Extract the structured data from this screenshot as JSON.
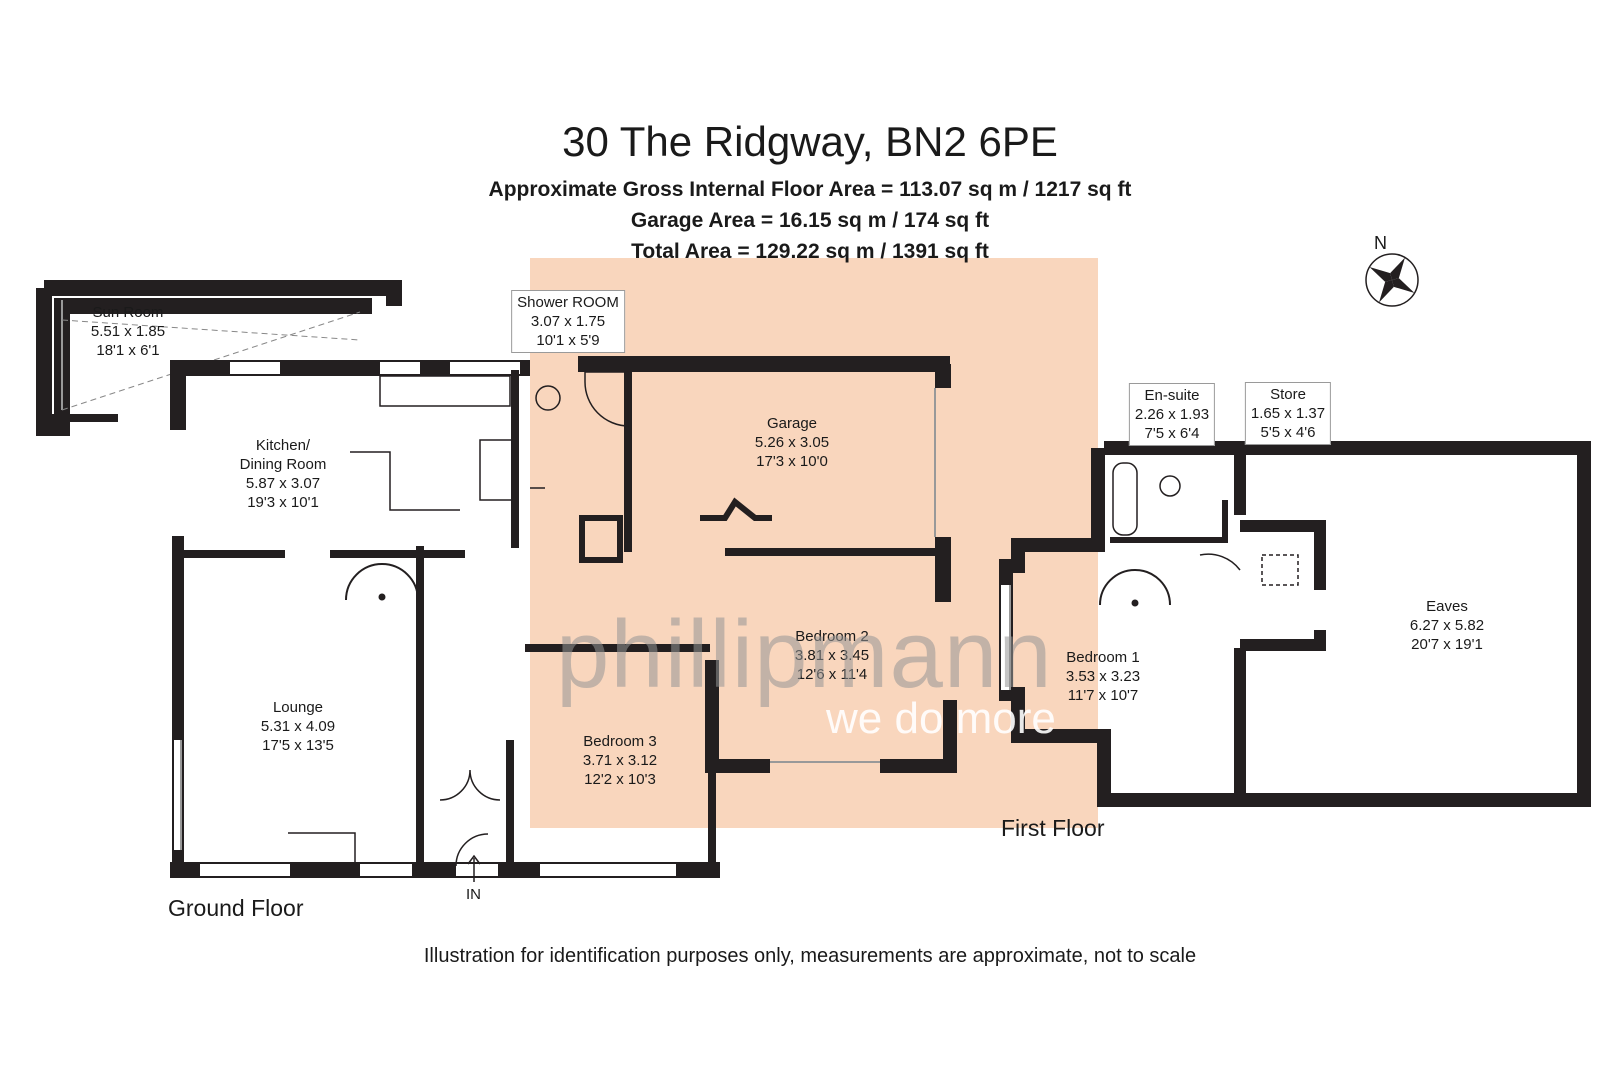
{
  "header": {
    "title": "30 The Ridgway, BN2 6PE",
    "gross_area": "Approximate Gross Internal Floor Area = 113.07 sq m / 1217 sq ft",
    "garage_area": "Garage Area = 16.15 sq m / 174 sq ft",
    "total_area": "Total Area = 129.22 sq m / 1391 sq ft"
  },
  "compass": {
    "north_label": "N"
  },
  "floors": {
    "ground": "Ground Floor",
    "first": "First Floor"
  },
  "entrance_label": "IN",
  "rooms": {
    "sun_room": {
      "name": "Sun Room",
      "metric": "5.51 x 1.85",
      "imperial": "18'1 x 6'1"
    },
    "shower_room": {
      "name": "Shower ROOM",
      "metric": "3.07 x 1.75",
      "imperial": "10'1 x 5'9"
    },
    "kitchen": {
      "name": "Kitchen/",
      "name2": "Dining Room",
      "metric": "5.87 x 3.07",
      "imperial": "19'3 x 10'1"
    },
    "garage": {
      "name": "Garage",
      "metric": "5.26 x 3.05",
      "imperial": "17'3 x 10'0"
    },
    "bedroom2": {
      "name": "Bedroom 2",
      "metric": "3.81 x 3.45",
      "imperial": "12'6 x 11'4"
    },
    "lounge": {
      "name": "Lounge",
      "metric": "5.31 x 4.09",
      "imperial": "17'5 x 13'5"
    },
    "bedroom3": {
      "name": "Bedroom 3",
      "metric": "3.71 x 3.12",
      "imperial": "12'2 x 10'3"
    },
    "ensuite": {
      "name": "En-suite",
      "metric": "2.26 x 1.93",
      "imperial": "7'5 x 6'4"
    },
    "store": {
      "name": "Store",
      "metric": "1.65 x 1.37",
      "imperial": "5'5 x 4'6"
    },
    "bedroom1": {
      "name": "Bedroom 1",
      "metric": "3.53 x 3.23",
      "imperial": "11'7 x 10'7"
    },
    "eaves": {
      "name": "Eaves",
      "metric": "6.27 x 5.82",
      "imperial": "20'7 x 19'1"
    }
  },
  "watermark": {
    "brand": "phillipmann",
    "tagline": "we do more"
  },
  "disclaimer": "Illustration for identification purposes only, measurements are approximate, not to scale",
  "colors": {
    "highlight": "#f9d6bd",
    "wall": "#231f20"
  }
}
